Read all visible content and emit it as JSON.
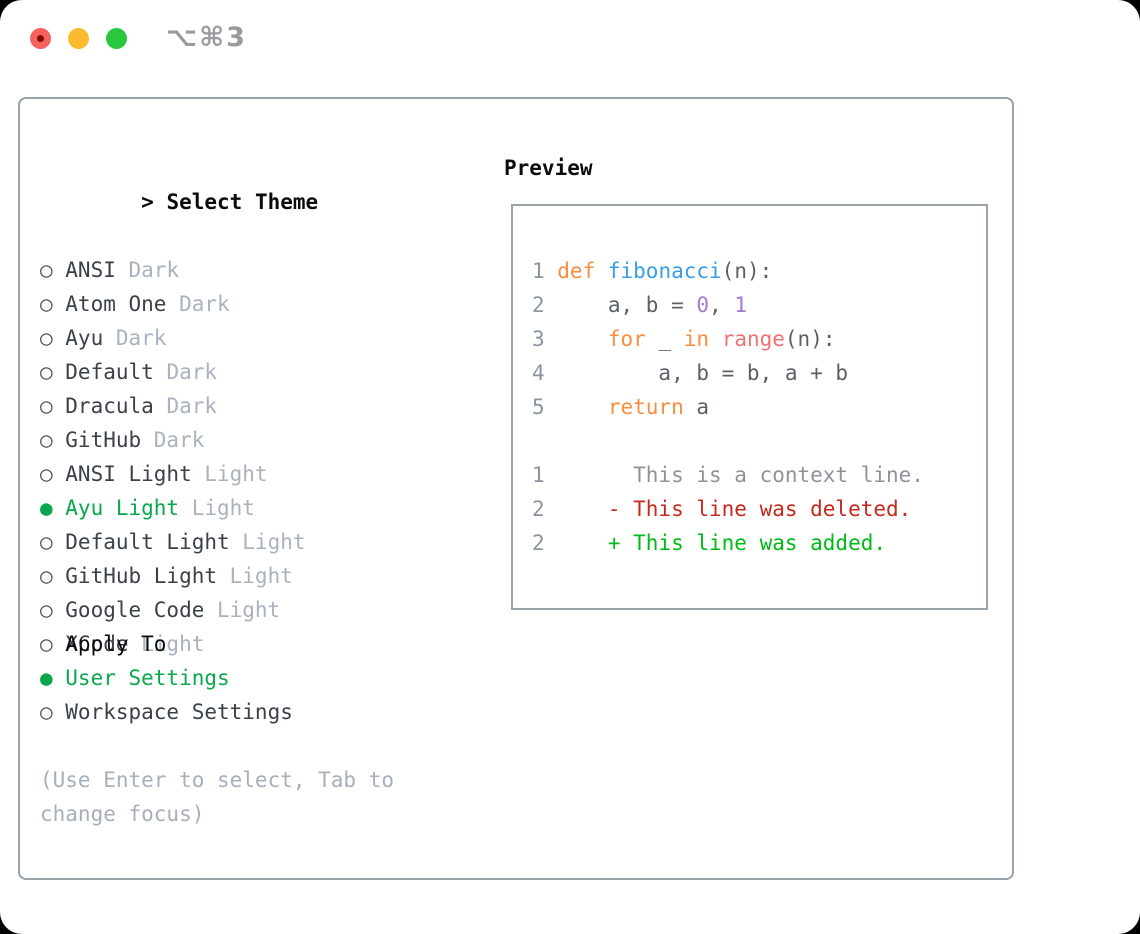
{
  "titlebar": {
    "shortcut": "⌥⌘3"
  },
  "colors": {
    "selected_green": "#09A84C",
    "panel_border": "#99A1AC",
    "header_text": "#0A0C0E",
    "item_text": "#3A4149",
    "variant_text": "#A9B2BE",
    "marker": "#4A5058",
    "help_text": "#A7AFBB",
    "shortcut_text": "#9A9AA0",
    "traffic_red": "#F4615E",
    "traffic_red_dot": "#7F0D05",
    "traffic_yellow": "#FCBB2D",
    "traffic_green": "#29C73E",
    "syntax": {
      "keyword": "#FA8D3E",
      "function": "#399EE6",
      "constant": "#A37ACC",
      "builtin": "#F07171",
      "default": "#5A6066",
      "lineno": "#8A95A3",
      "context": "#8F9399",
      "deleted": "#C5291D",
      "added": "#00BA18"
    }
  },
  "theme_panel": {
    "header_marker": ">",
    "header": "Select Theme",
    "marker_selected": "●",
    "marker_unselected": "○",
    "themes": [
      {
        "name": "ANSI",
        "variant": "Dark",
        "selected": false
      },
      {
        "name": "Atom One",
        "variant": "Dark",
        "selected": false
      },
      {
        "name": "Ayu",
        "variant": "Dark",
        "selected": false
      },
      {
        "name": "Default",
        "variant": "Dark",
        "selected": false
      },
      {
        "name": "Dracula",
        "variant": "Dark",
        "selected": false
      },
      {
        "name": "GitHub",
        "variant": "Dark",
        "selected": false
      },
      {
        "name": "ANSI Light",
        "variant": "Light",
        "selected": false
      },
      {
        "name": "Ayu Light",
        "variant": "Light",
        "selected": true
      },
      {
        "name": "Default Light",
        "variant": "Light",
        "selected": false
      },
      {
        "name": "GitHub Light",
        "variant": "Light",
        "selected": false
      },
      {
        "name": "Google Code",
        "variant": "Light",
        "selected": false
      },
      {
        "name": "XCode",
        "variant": "Light",
        "selected": false
      }
    ]
  },
  "apply_to": {
    "header": "Apply To",
    "options": [
      {
        "label": "User Settings",
        "selected": true
      },
      {
        "label": "Workspace Settings",
        "selected": false
      }
    ]
  },
  "help_text": {
    "line1": "(Use Enter to select, Tab to",
    "line2": "change focus)"
  },
  "preview": {
    "header": "Preview",
    "code_lines": [
      {
        "number": "1",
        "segments": [
          {
            "text": "def",
            "color": "keyword"
          },
          {
            "text": " ",
            "color": "default"
          },
          {
            "text": "fibonacci",
            "color": "function"
          },
          {
            "text": "(n):",
            "color": "default"
          }
        ]
      },
      {
        "number": "2",
        "segments": [
          {
            "text": "    a, b = ",
            "color": "default"
          },
          {
            "text": "0",
            "color": "constant"
          },
          {
            "text": ", ",
            "color": "default"
          },
          {
            "text": "1",
            "color": "constant"
          }
        ]
      },
      {
        "number": "3",
        "segments": [
          {
            "text": "    ",
            "color": "default"
          },
          {
            "text": "for",
            "color": "keyword"
          },
          {
            "text": " _ ",
            "color": "default"
          },
          {
            "text": "in",
            "color": "keyword"
          },
          {
            "text": " ",
            "color": "default"
          },
          {
            "text": "range",
            "color": "builtin"
          },
          {
            "text": "(n):",
            "color": "default"
          }
        ]
      },
      {
        "number": "4",
        "segments": [
          {
            "text": "        a, b = b, a + b",
            "color": "default"
          }
        ]
      },
      {
        "number": "5",
        "segments": [
          {
            "text": "    ",
            "color": "default"
          },
          {
            "text": "return",
            "color": "keyword"
          },
          {
            "text": " a",
            "color": "default"
          }
        ]
      }
    ],
    "diff_lines": [
      {
        "number": "1",
        "text": "      This is a context line.",
        "type": "context"
      },
      {
        "number": "2",
        "text": "    - This line was deleted.",
        "type": "deleted"
      },
      {
        "number": "2",
        "text": "    + This line was added.",
        "type": "added"
      }
    ]
  }
}
